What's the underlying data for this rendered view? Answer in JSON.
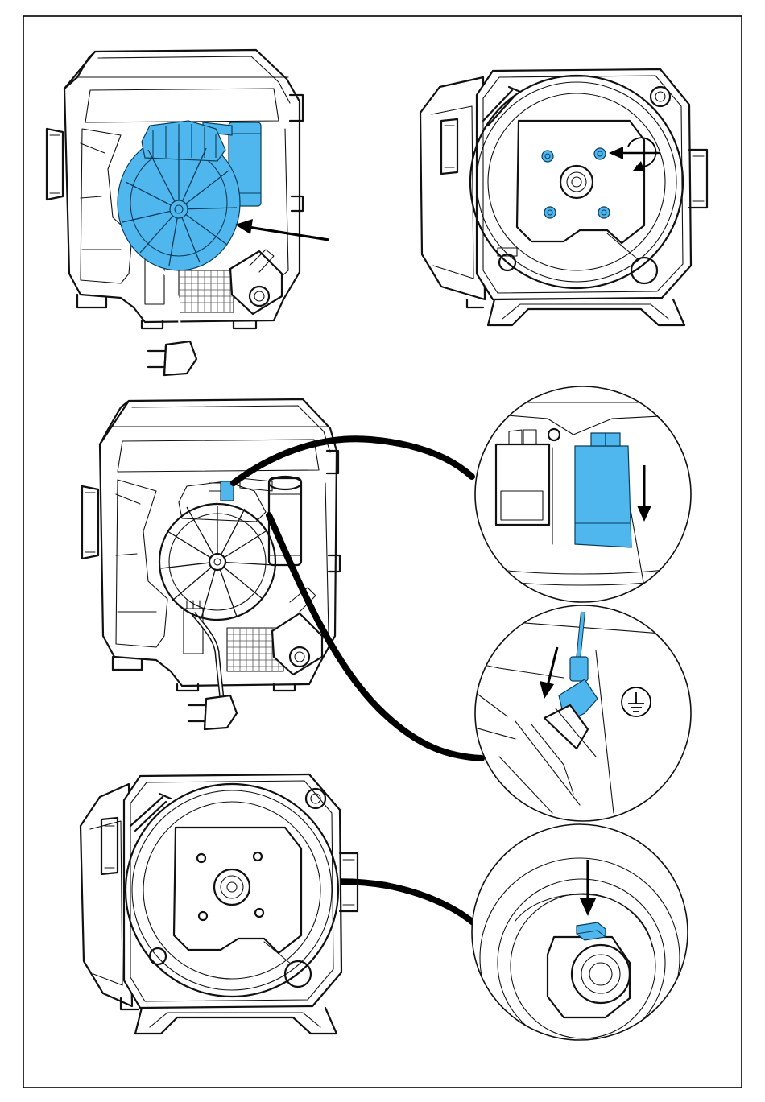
{
  "figure": {
    "domain": "Diagram",
    "colors": {
      "accent": "#4fb7ee",
      "line": "#111111",
      "frame": "#000000",
      "background": "#ffffff"
    },
    "steps": [
      {
        "id": "step-1",
        "panels": [
          "rear-housing-motor-highlighted",
          "front-plate-screws-highlighted"
        ]
      },
      {
        "id": "step-2",
        "panels": [
          "rear-housing-connectors",
          "zoom-connector-pull",
          "zoom-ground-wire"
        ]
      },
      {
        "id": "step-3",
        "panels": [
          "front-housing",
          "zoom-shaft-key"
        ]
      }
    ],
    "icons": [
      "rotate-arrow-icon",
      "ground-symbol-icon",
      "pointer-arrow-icon",
      "power-plug-icon"
    ]
  }
}
